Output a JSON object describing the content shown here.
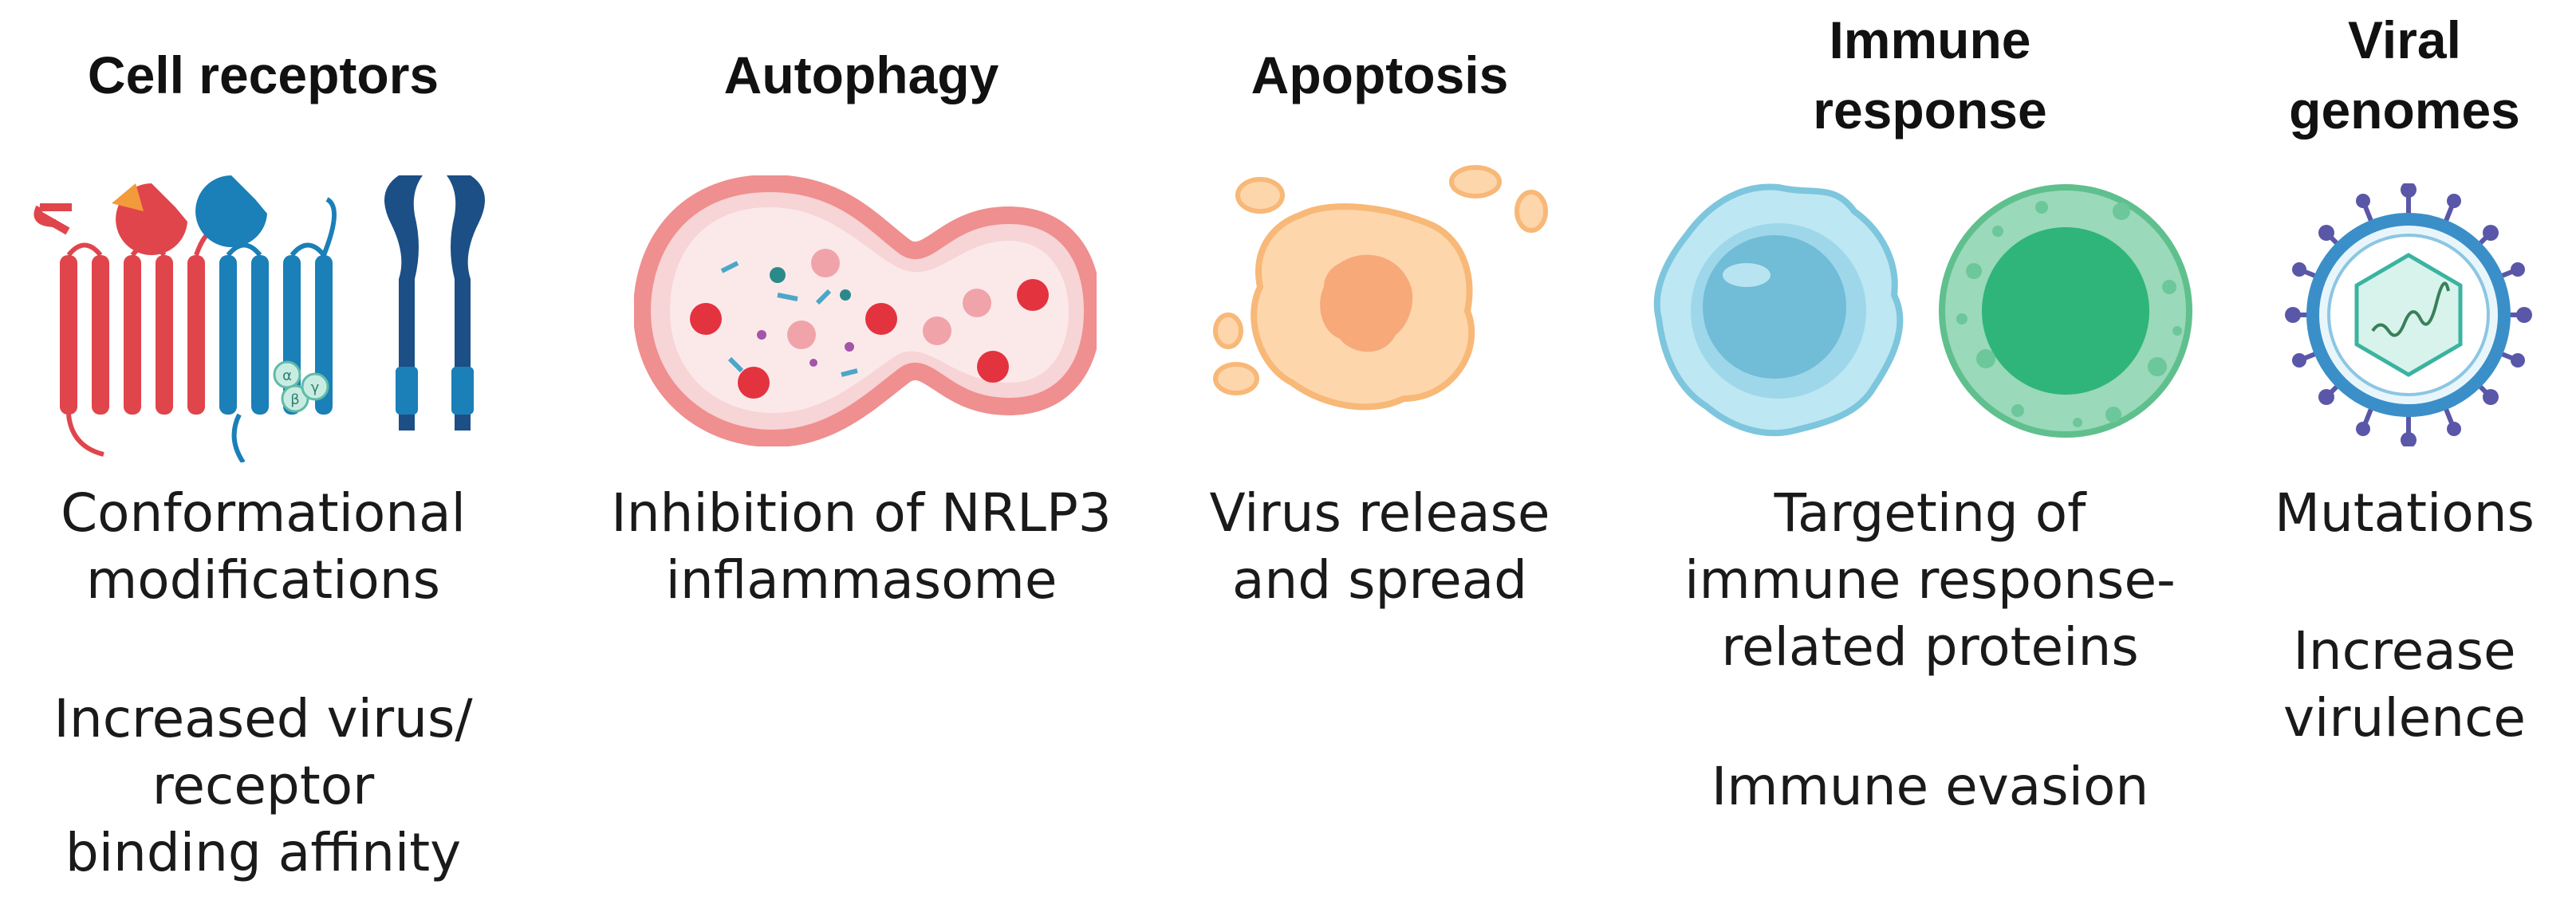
{
  "columns": [
    {
      "title": "Cell receptors",
      "descriptions": [
        "Conformational\nmodifications",
        "Increased virus/\nreceptor\nbinding affinity"
      ]
    },
    {
      "title": "Autophagy",
      "descriptions": [
        "Inhibition of NRLP3\ninflammasome"
      ]
    },
    {
      "title": "Apoptosis",
      "descriptions": [
        "Virus release\nand spread"
      ]
    },
    {
      "title": "Immune\nresponse",
      "descriptions": [
        "Targeting of\nimmune response-\nrelated proteins",
        "Immune evasion"
      ]
    },
    {
      "title": "Viral\ngenomes",
      "descriptions": [
        "Mutations",
        "Increase\nvirulence"
      ]
    }
  ],
  "receptor_subunit_labels": [
    "α",
    "β",
    "γ"
  ],
  "colors": {
    "receptor_red": "#e0454c",
    "receptor_blue": "#1b7fb8",
    "receptor_dark_blue": "#1b4f86",
    "autophagy_membrane": "#ef8f8f",
    "apoptosis_orange": "#fbc796",
    "immune_blue": "#8fd2e6",
    "immune_green": "#2fb57a",
    "virus_blue": "#3b8fc8",
    "virus_purple": "#5a57a8"
  },
  "icons": [
    "receptor-diagram-icon",
    "autophagosome-icon",
    "apoptotic-cell-icon",
    "immune-cells-icon",
    "virus-particle-icon"
  ]
}
